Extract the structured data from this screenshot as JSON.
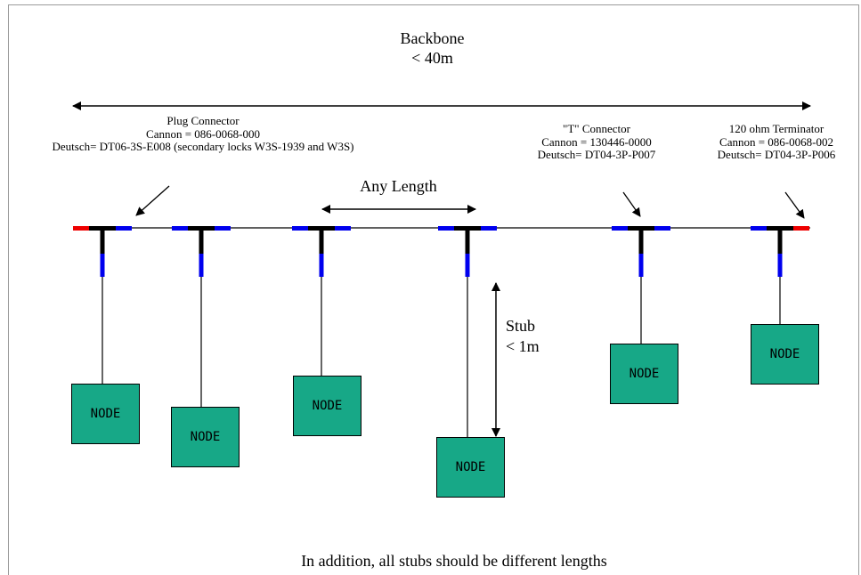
{
  "colors": {
    "backbone": "#000000",
    "connector_blue": "#0000ee",
    "terminator_red": "#ee0000",
    "node_fill": "#17a887",
    "frame": "#9a9a9a"
  },
  "backbone": {
    "title": "Backbone",
    "constraint": "< 40m"
  },
  "annotations": {
    "plug_connector": {
      "title": "Plug Connector",
      "cannon": "Cannon = 086-0068-000",
      "deutsch": "Deutsch= DT06-3S-E008 (secondary locks W3S-1939 and W3S)"
    },
    "t_connector": {
      "title": "\"T\" Connector",
      "cannon": "Cannon = 130446-0000",
      "deutsch": "Deutsch= DT04-3P-P007"
    },
    "terminator": {
      "title": "120 ohm Terminator",
      "cannon": "Cannon = 086-0068-002",
      "deutsch": "Deutsch= DT04-3P-P006"
    },
    "any_length": "Any Length",
    "stub": {
      "title": "Stub",
      "constraint": "< 1m"
    }
  },
  "nodes": [
    "NODE",
    "NODE",
    "NODE",
    "NODE",
    "NODE",
    "NODE"
  ],
  "footer_note": "In addition, all stubs should be different lengths"
}
